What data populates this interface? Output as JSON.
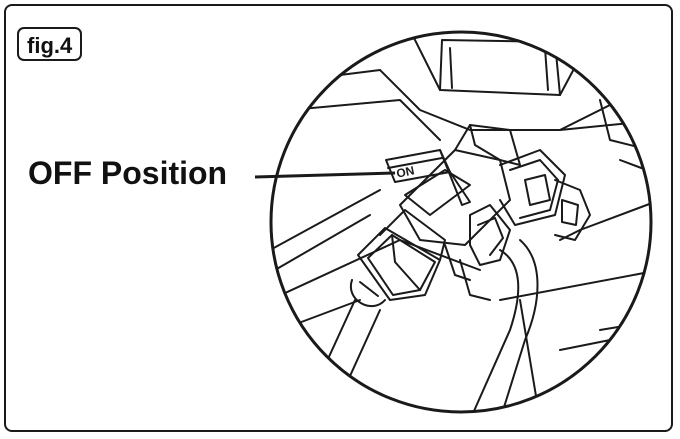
{
  "figure": {
    "tag": "fig.4",
    "callout_label": "OFF Position",
    "valve_handle_text": "ON"
  },
  "colors": {
    "line": "#1a1a1a",
    "background": "#ffffff"
  }
}
